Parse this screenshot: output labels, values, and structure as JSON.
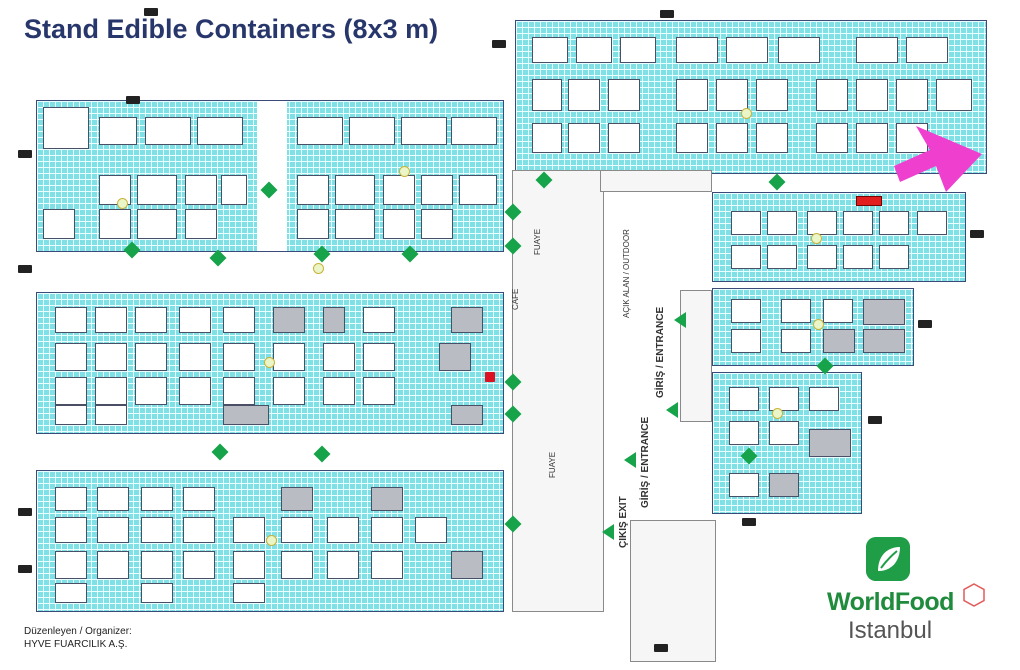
{
  "title": "Stand Edible Containers (8x3 m)",
  "labels": {
    "fuaye_top": "FUAYE",
    "fuaye_bottom": "FUAYE",
    "cafe": "CAFE",
    "outdoor": "AÇIK ALAN / OUTDOOR",
    "entrance_upper": "GİRİŞ / ENTRANCE",
    "entrance_lower": "GİRİŞ / ENTRANCE",
    "exit": "ÇIKIŞ EXIT"
  },
  "organizer": {
    "line1": "Düzenleyen / Organizer:",
    "line2": "HYVE FUARCILIK A.Ş."
  },
  "logo": {
    "brand": "WorldFood",
    "city": "Istanbul"
  },
  "colors": {
    "floor": "#7fe0e6",
    "highlight_stand": "#e11d1d",
    "pointer": "#ee3fcf",
    "title": "#27366b",
    "logo_green": "#1f9e47"
  }
}
